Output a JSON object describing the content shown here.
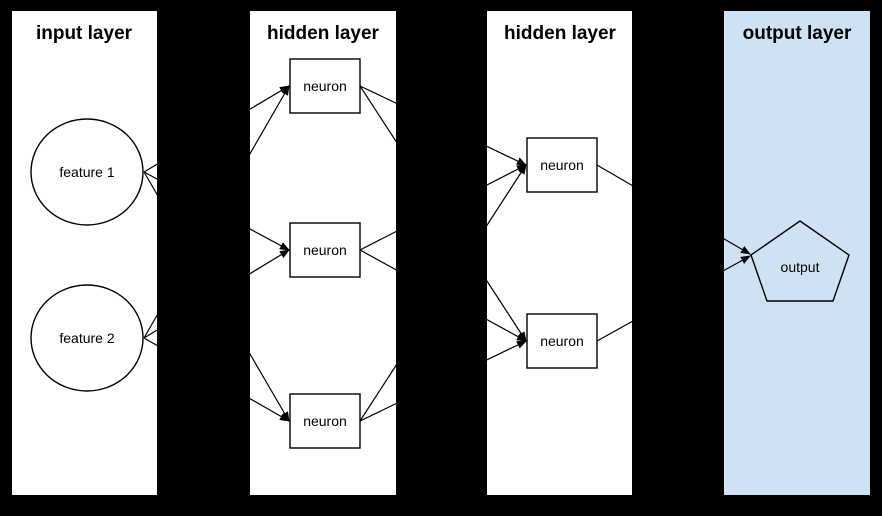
{
  "diagram": {
    "type": "neural-network",
    "background_color": "#000000",
    "stroke_color": "#000000",
    "text_color": "#000000",
    "layers": [
      {
        "title": "input layer",
        "fill": "#ffffff",
        "node_count": 2
      },
      {
        "title": "hidden layer",
        "fill": "#ffffff",
        "node_count": 3
      },
      {
        "title": "hidden layer",
        "fill": "#ffffff",
        "node_count": 2
      },
      {
        "title": "output layer",
        "fill": "#cfe2f3",
        "node_count": 1
      }
    ],
    "nodes": {
      "feature1": {
        "label": "feature 1",
        "shape": "circle",
        "layer": "input layer"
      },
      "feature2": {
        "label": "feature 2",
        "shape": "circle",
        "layer": "input layer"
      },
      "h1n1": {
        "label": "neuron",
        "shape": "rectangle",
        "layer": "hidden layer 1"
      },
      "h1n2": {
        "label": "neuron",
        "shape": "rectangle",
        "layer": "hidden layer 1"
      },
      "h1n3": {
        "label": "neuron",
        "shape": "rectangle",
        "layer": "hidden layer 1"
      },
      "h2n1": {
        "label": "neuron",
        "shape": "rectangle",
        "layer": "hidden layer 2"
      },
      "h2n2": {
        "label": "neuron",
        "shape": "rectangle",
        "layer": "hidden layer 2"
      },
      "output": {
        "label": "output",
        "shape": "pentagon",
        "layer": "output layer"
      }
    },
    "edges": [
      {
        "from": "feature1",
        "to": "h1n1"
      },
      {
        "from": "feature1",
        "to": "h1n2"
      },
      {
        "from": "feature1",
        "to": "h1n3"
      },
      {
        "from": "feature2",
        "to": "h1n1"
      },
      {
        "from": "feature2",
        "to": "h1n2"
      },
      {
        "from": "feature2",
        "to": "h1n3"
      },
      {
        "from": "h1n1",
        "to": "h2n1"
      },
      {
        "from": "h1n1",
        "to": "h2n2"
      },
      {
        "from": "h1n2",
        "to": "h2n1"
      },
      {
        "from": "h1n2",
        "to": "h2n2"
      },
      {
        "from": "h1n3",
        "to": "h2n1"
      },
      {
        "from": "h1n3",
        "to": "h2n2"
      },
      {
        "from": "h2n1",
        "to": "output"
      },
      {
        "from": "h2n2",
        "to": "output"
      }
    ]
  }
}
